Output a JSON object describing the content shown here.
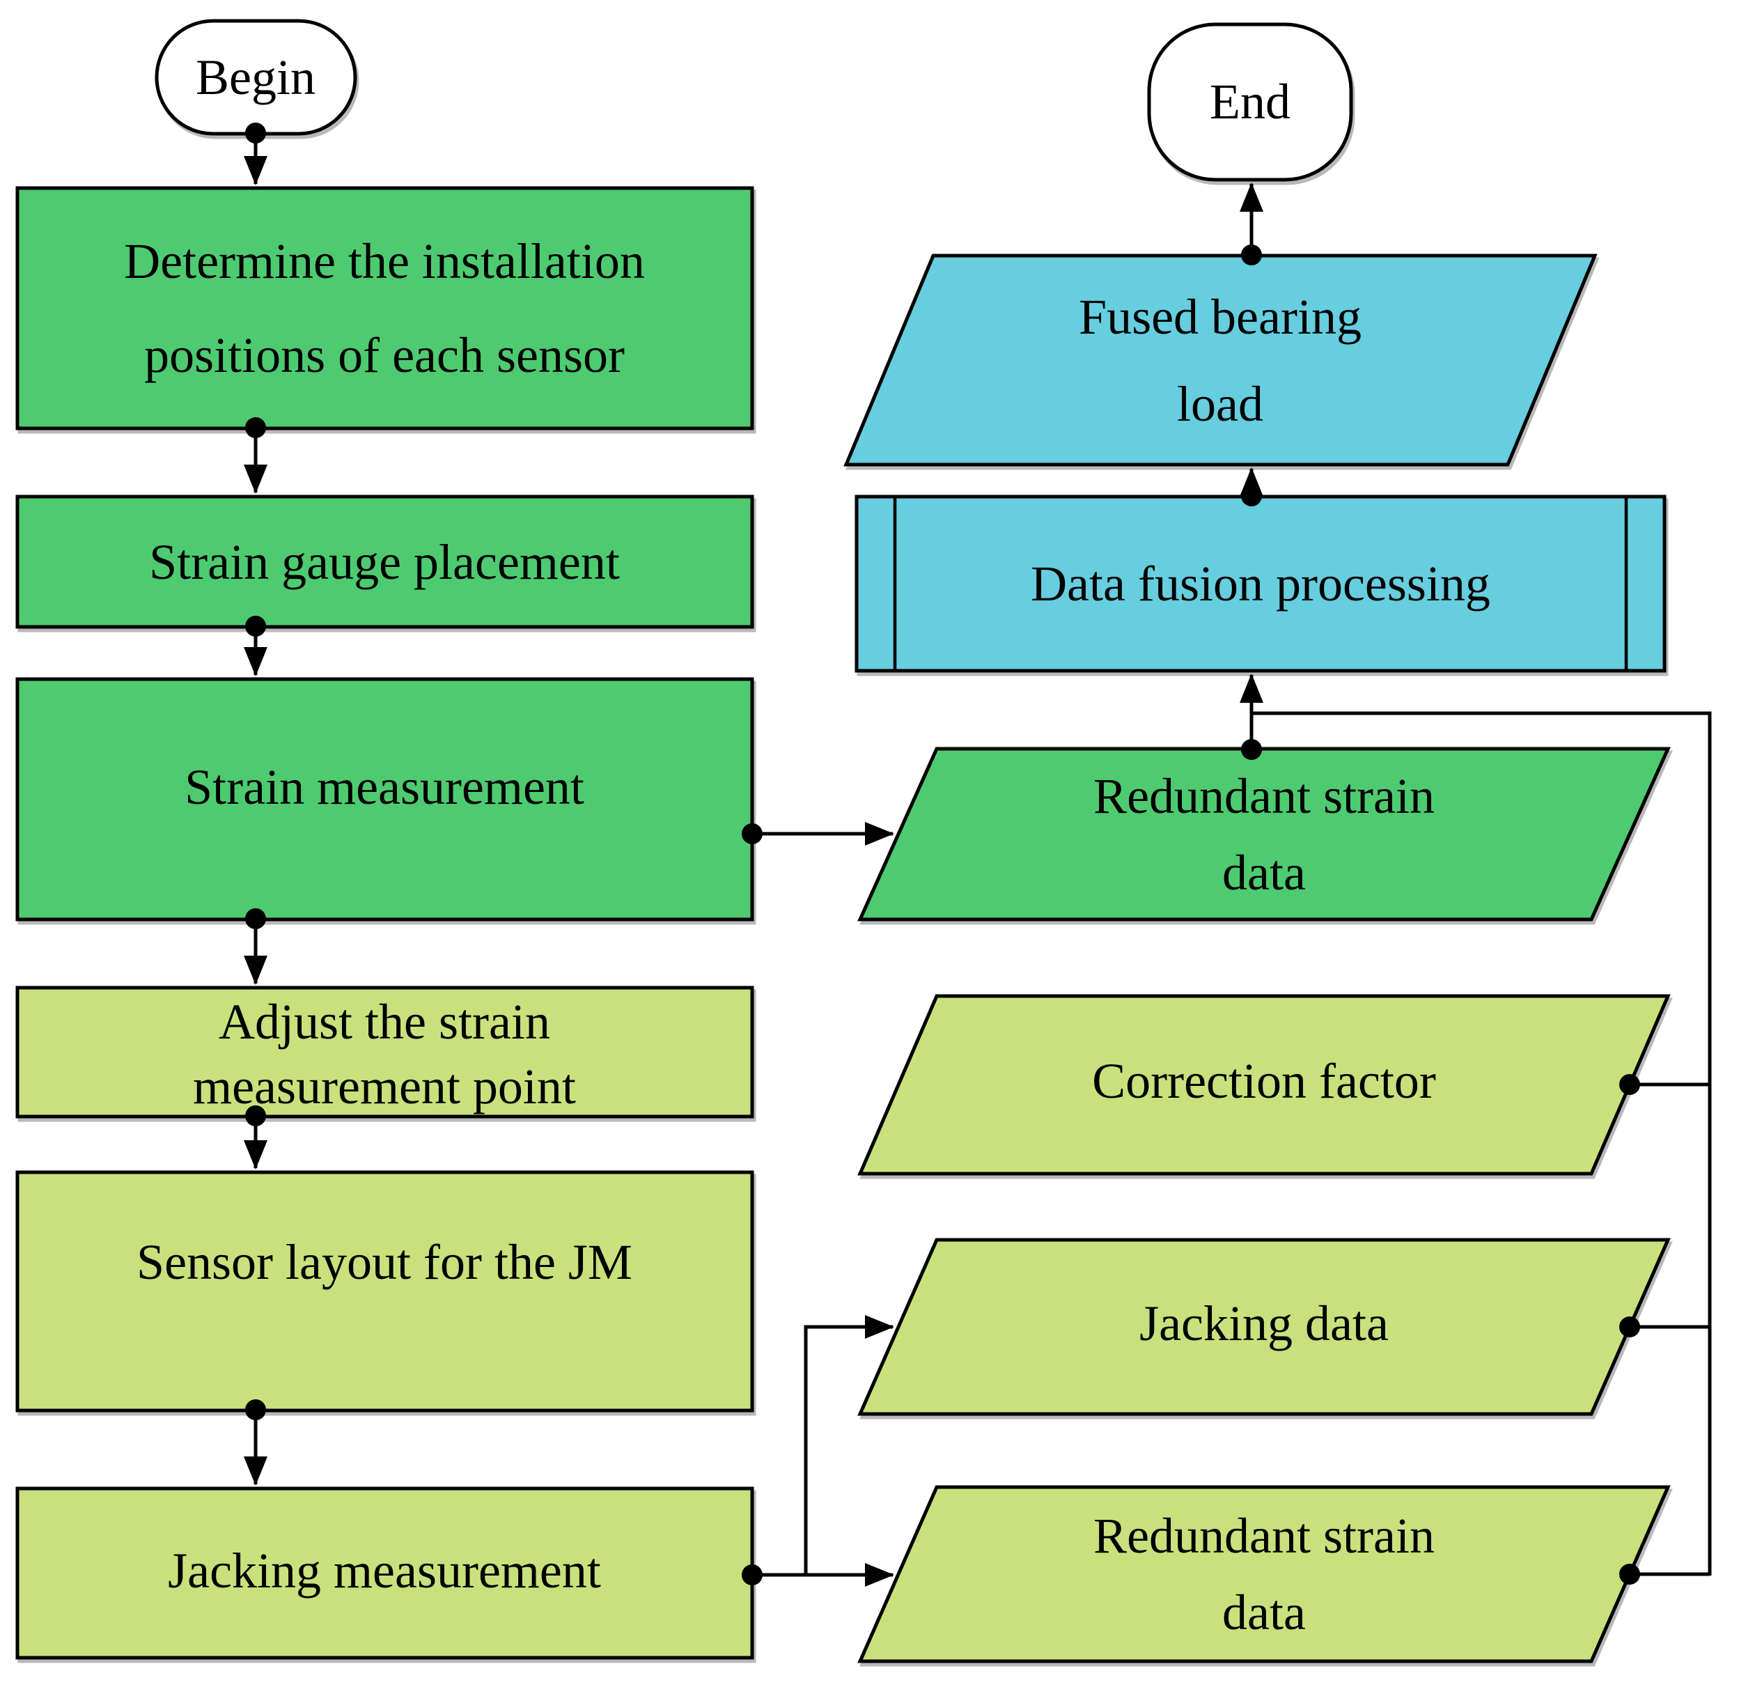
{
  "diagram": {
    "colors": {
      "process_green": "#4ecb71",
      "process_yellow_green": "#c9e17c",
      "io_blue": "#66cedf",
      "terminator_white": "#ffffff",
      "line_black": "#000000"
    },
    "nodes": {
      "begin": {
        "label": "Begin"
      },
      "determine": {
        "line1": "Determine the installation",
        "line2": "positions of each sensor"
      },
      "strain_gauge": {
        "label": "Strain gauge placement"
      },
      "strain_measurement": {
        "label": "Strain measurement"
      },
      "adjust": {
        "line1": "Adjust the strain",
        "line2": "measurement point"
      },
      "sensor_layout": {
        "label": "Sensor layout for the JM"
      },
      "jacking_measurement": {
        "label": "Jacking measurement"
      },
      "end": {
        "label": "End"
      },
      "fused_bearing_load": {
        "line1": "Fused bearing",
        "line2": "load"
      },
      "data_fusion": {
        "label": "Data fusion processing"
      },
      "redundant_strain_green": {
        "line1": "Redundant strain",
        "line2": "data"
      },
      "correction_factor": {
        "label": "Correction factor"
      },
      "jacking_data": {
        "label": "Jacking data"
      },
      "redundant_strain_yellow": {
        "line1": "Redundant strain",
        "line2": "data"
      }
    }
  }
}
